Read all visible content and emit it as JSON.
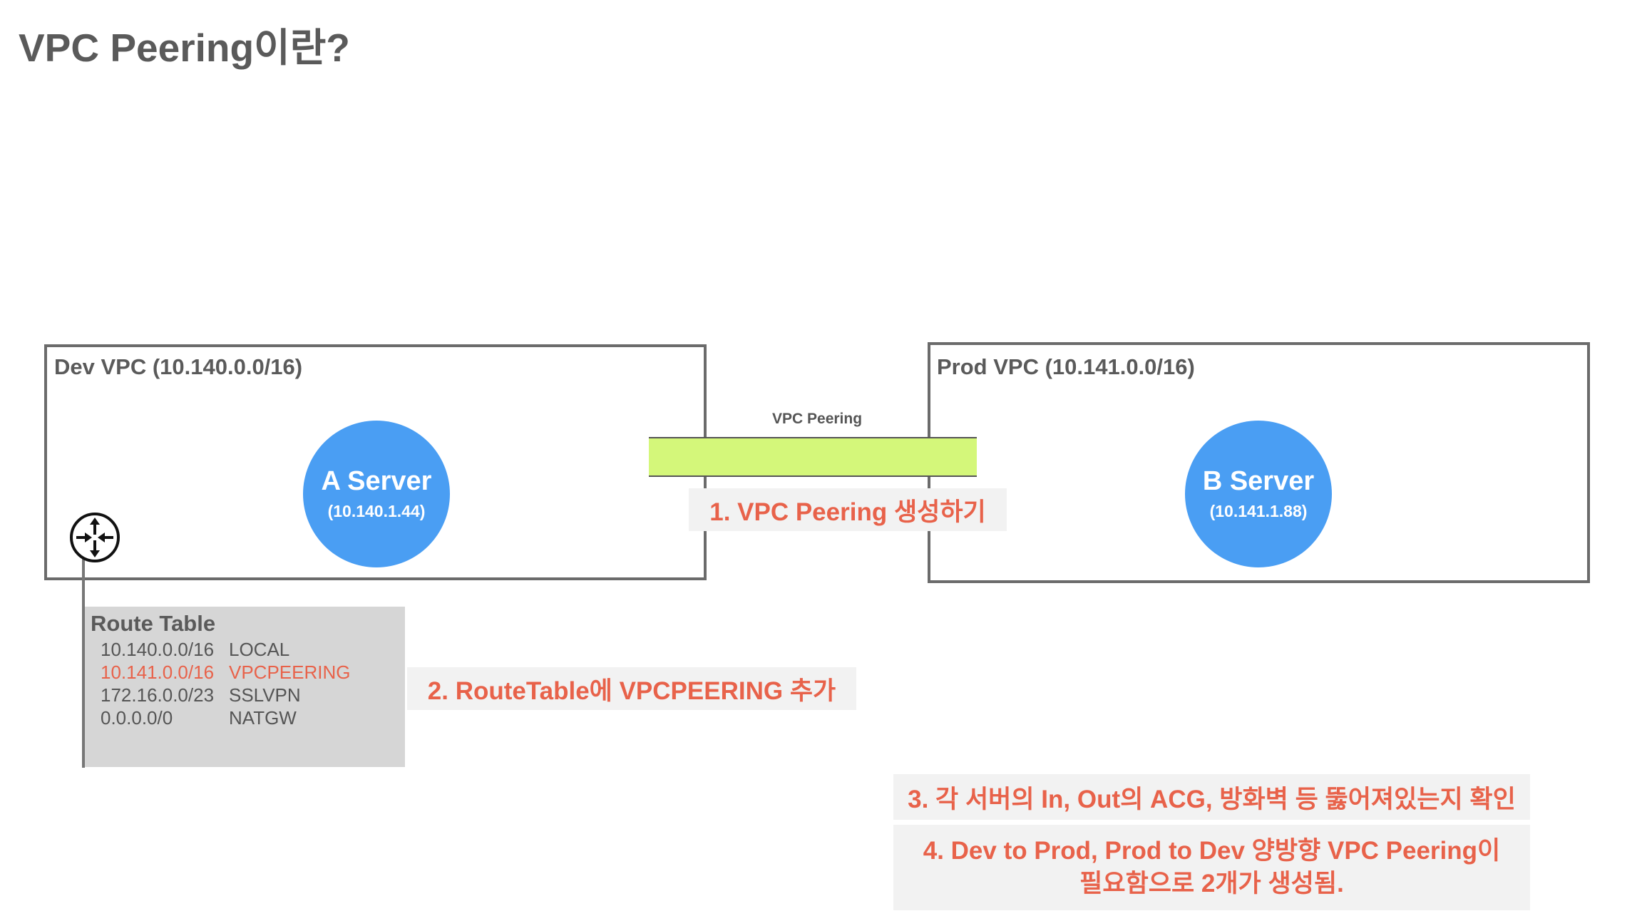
{
  "title": "VPC Peering이란?",
  "dev_vpc": {
    "label": "Dev VPC (10.140.0.0/16)",
    "server": {
      "name": "A Server",
      "ip": "(10.140.1.44)"
    }
  },
  "prod_vpc": {
    "label": "Prod VPC (10.141.0.0/16)",
    "server": {
      "name": "B Server",
      "ip": "(10.141.1.88)"
    }
  },
  "peering": {
    "label": "VPC Peering"
  },
  "route_table": {
    "title": "Route Table",
    "rows": [
      {
        "cidr": "10.140.0.0/16",
        "target": "LOCAL"
      },
      {
        "cidr": "10.141.0.0/16",
        "target": "VPCPEERING"
      },
      {
        "cidr": "172.16.0.0/23",
        "target": "SSLVPN"
      },
      {
        "cidr": "0.0.0.0/0",
        "target": "NATGW"
      }
    ]
  },
  "steps": {
    "s1": "1. VPC Peering 생성하기",
    "s2": "2. RouteTable에 VPCPEERING 추가",
    "s3": "3. 각 서버의 In, Out의 ACG, 방화벽 등 뚫어져있는지 확인",
    "s4_line1": "4. Dev to Prod, Prod to Dev 양방향 VPC Peering이",
    "s4_line2": "필요함으로 2개가 생성됨."
  },
  "colors": {
    "server": "#4a9ef3",
    "peering_bar": "#d4f77a",
    "step_text": "#e8624a",
    "route_table_bg": "#d6d6d6"
  },
  "icons": {
    "router": "router-icon"
  }
}
